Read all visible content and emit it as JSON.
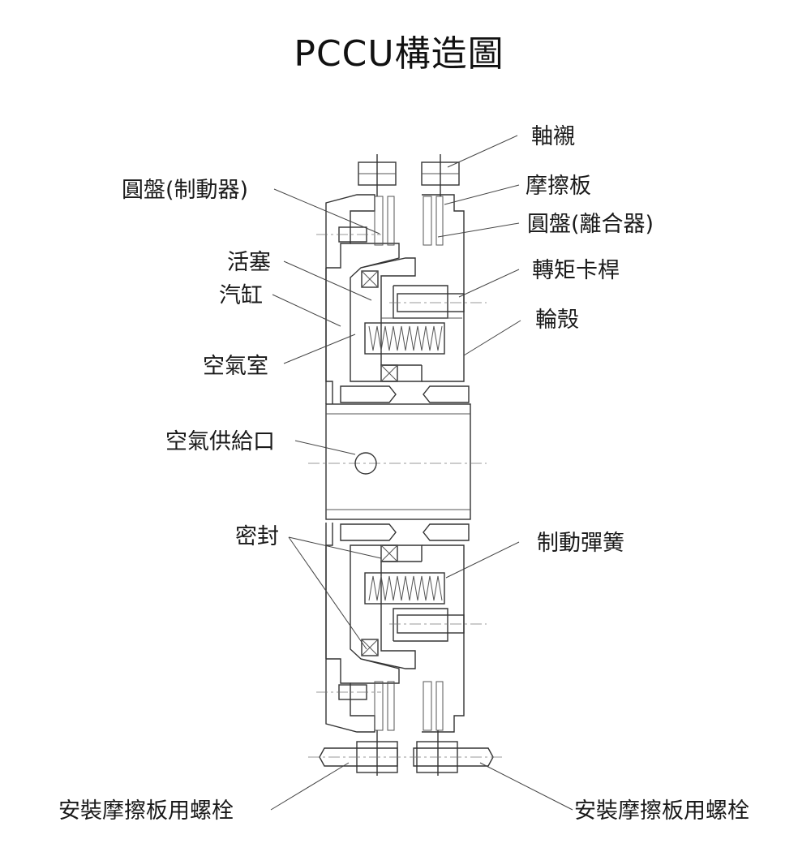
{
  "title": "PCCU構造圖",
  "labels": {
    "shaft_bushing": "軸襯",
    "friction_plate": "摩擦板",
    "disc_clutch": "圓盤(離合器)",
    "torque_pin": "轉矩卡桿",
    "hub": "輪殼",
    "disc_brake": "圓盤(制動器)",
    "piston": "活塞",
    "cylinder": "汽缸",
    "air_chamber": "空氣室",
    "air_supply_port": "空氣供給口",
    "seal": "密封",
    "brake_spring": "制動彈簧",
    "mounting_bolt_left": "安裝摩擦板用螺栓",
    "mounting_bolt_right": "安裝摩擦板用螺栓"
  },
  "colors": {
    "line": "#333333",
    "friction_fill": "#9a9a9a",
    "background": "#ffffff"
  }
}
